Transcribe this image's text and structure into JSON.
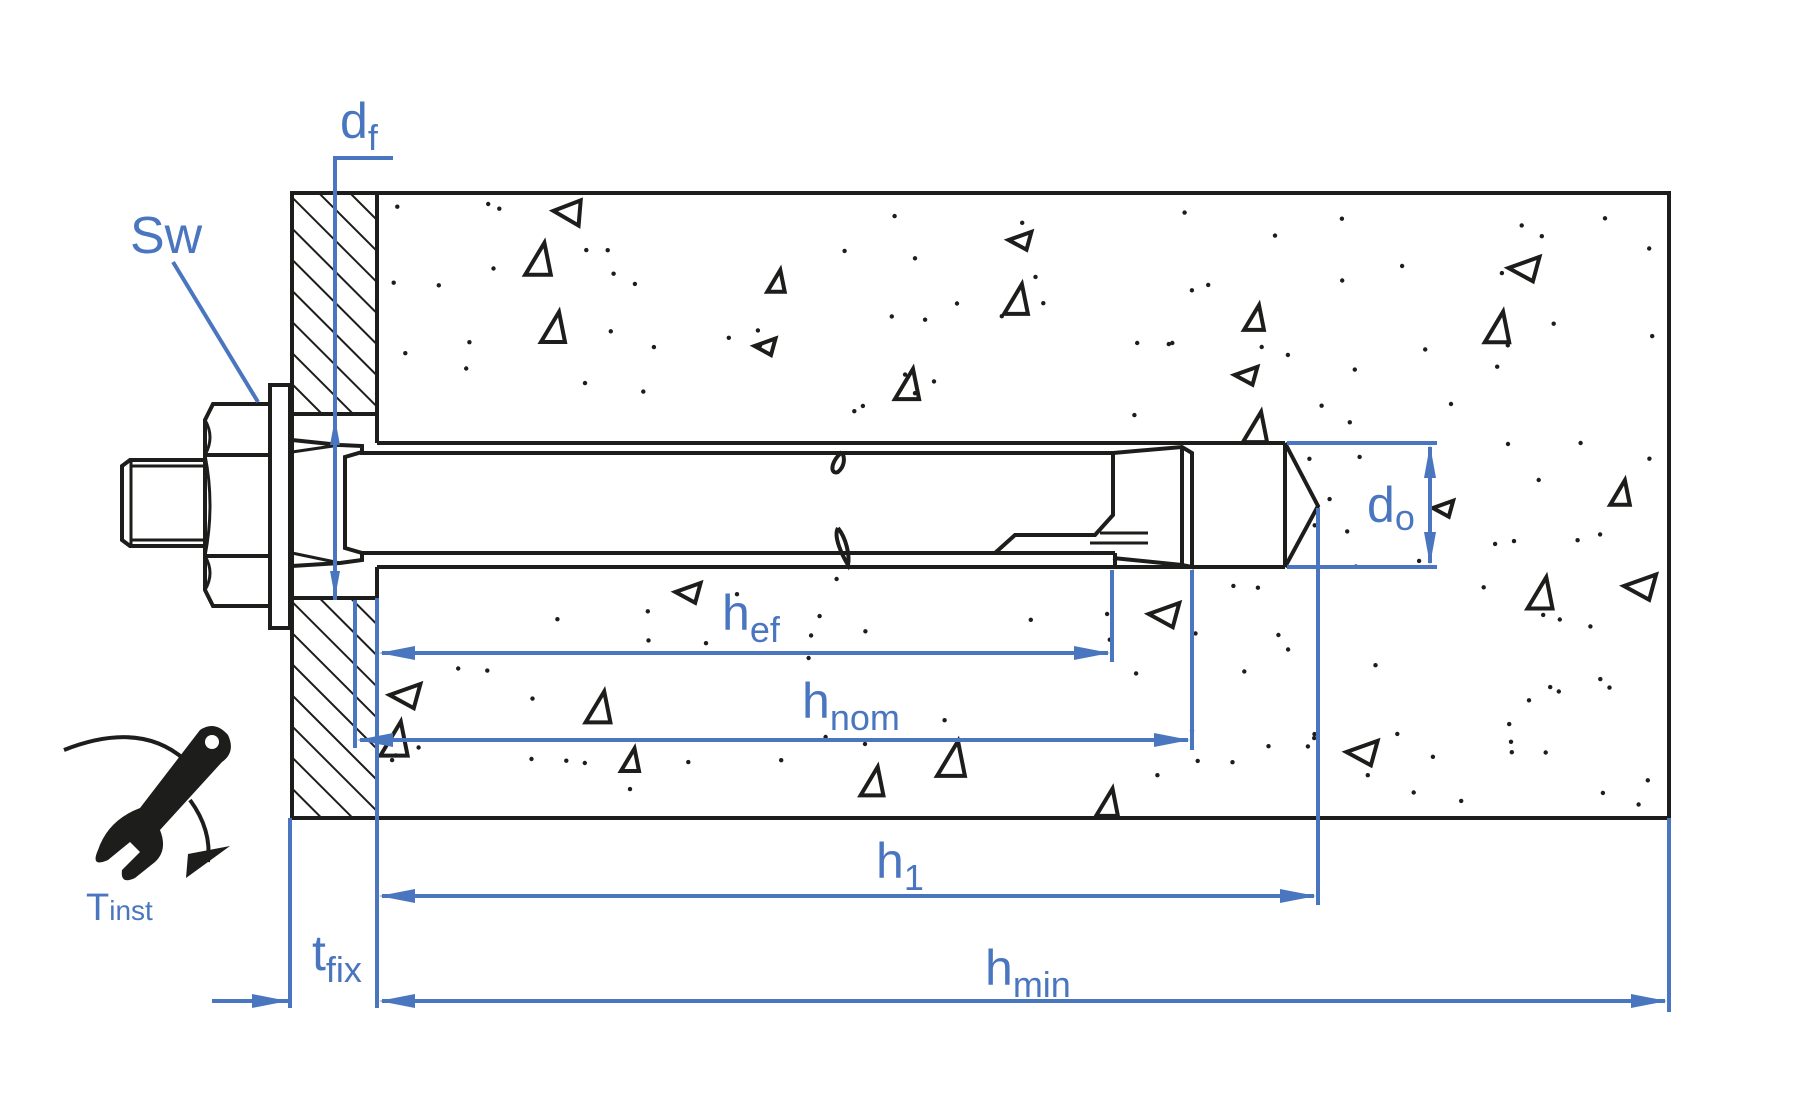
{
  "figure": {
    "title": "Expansion anchor installation parameters",
    "colors": {
      "dimension": "#4a76bf",
      "outline": "#1d1d1b",
      "background": "#ffffff"
    }
  },
  "labels": {
    "sw": {
      "main": "Sw",
      "sub": ""
    },
    "df": {
      "main": "d",
      "sub": "f"
    },
    "do": {
      "main": "d",
      "sub": "o"
    },
    "hef": {
      "main": "h",
      "sub": "ef"
    },
    "hnom": {
      "main": "h",
      "sub": "nom"
    },
    "h1": {
      "main": "h",
      "sub": "1"
    },
    "hmin": {
      "main": "h",
      "sub": "min"
    },
    "tfix": {
      "main": "t",
      "sub": "fix"
    },
    "tinst": {
      "main": "T",
      "sub": "inst"
    }
  },
  "icons": {
    "torque_wrench": "wrench-with-rotation-arrow-icon"
  }
}
